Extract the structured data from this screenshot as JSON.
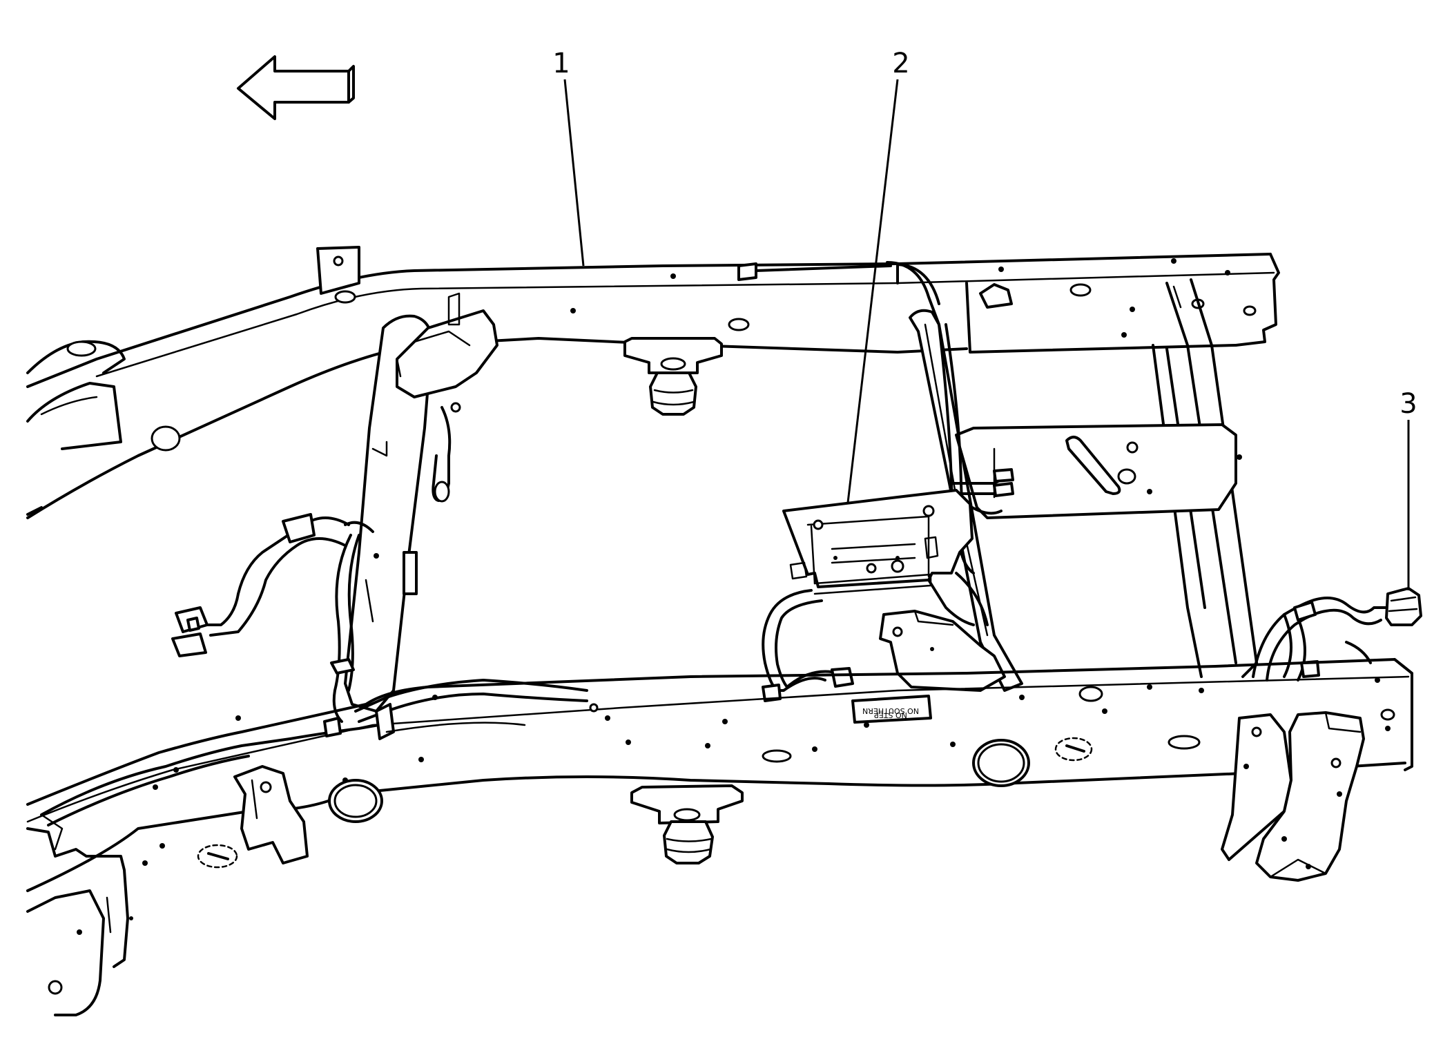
{
  "diagram": {
    "callouts": [
      {
        "id": "1",
        "label": "1"
      },
      {
        "id": "2",
        "label": "2"
      },
      {
        "id": "3",
        "label": "3"
      }
    ],
    "frame_label": {
      "line1": "NO STEP",
      "line2": "NO SOUTHERN"
    }
  },
  "colors": {
    "line": "#000000",
    "background": "#ffffff"
  },
  "icons": {
    "direction": "arrow-left-icon"
  }
}
